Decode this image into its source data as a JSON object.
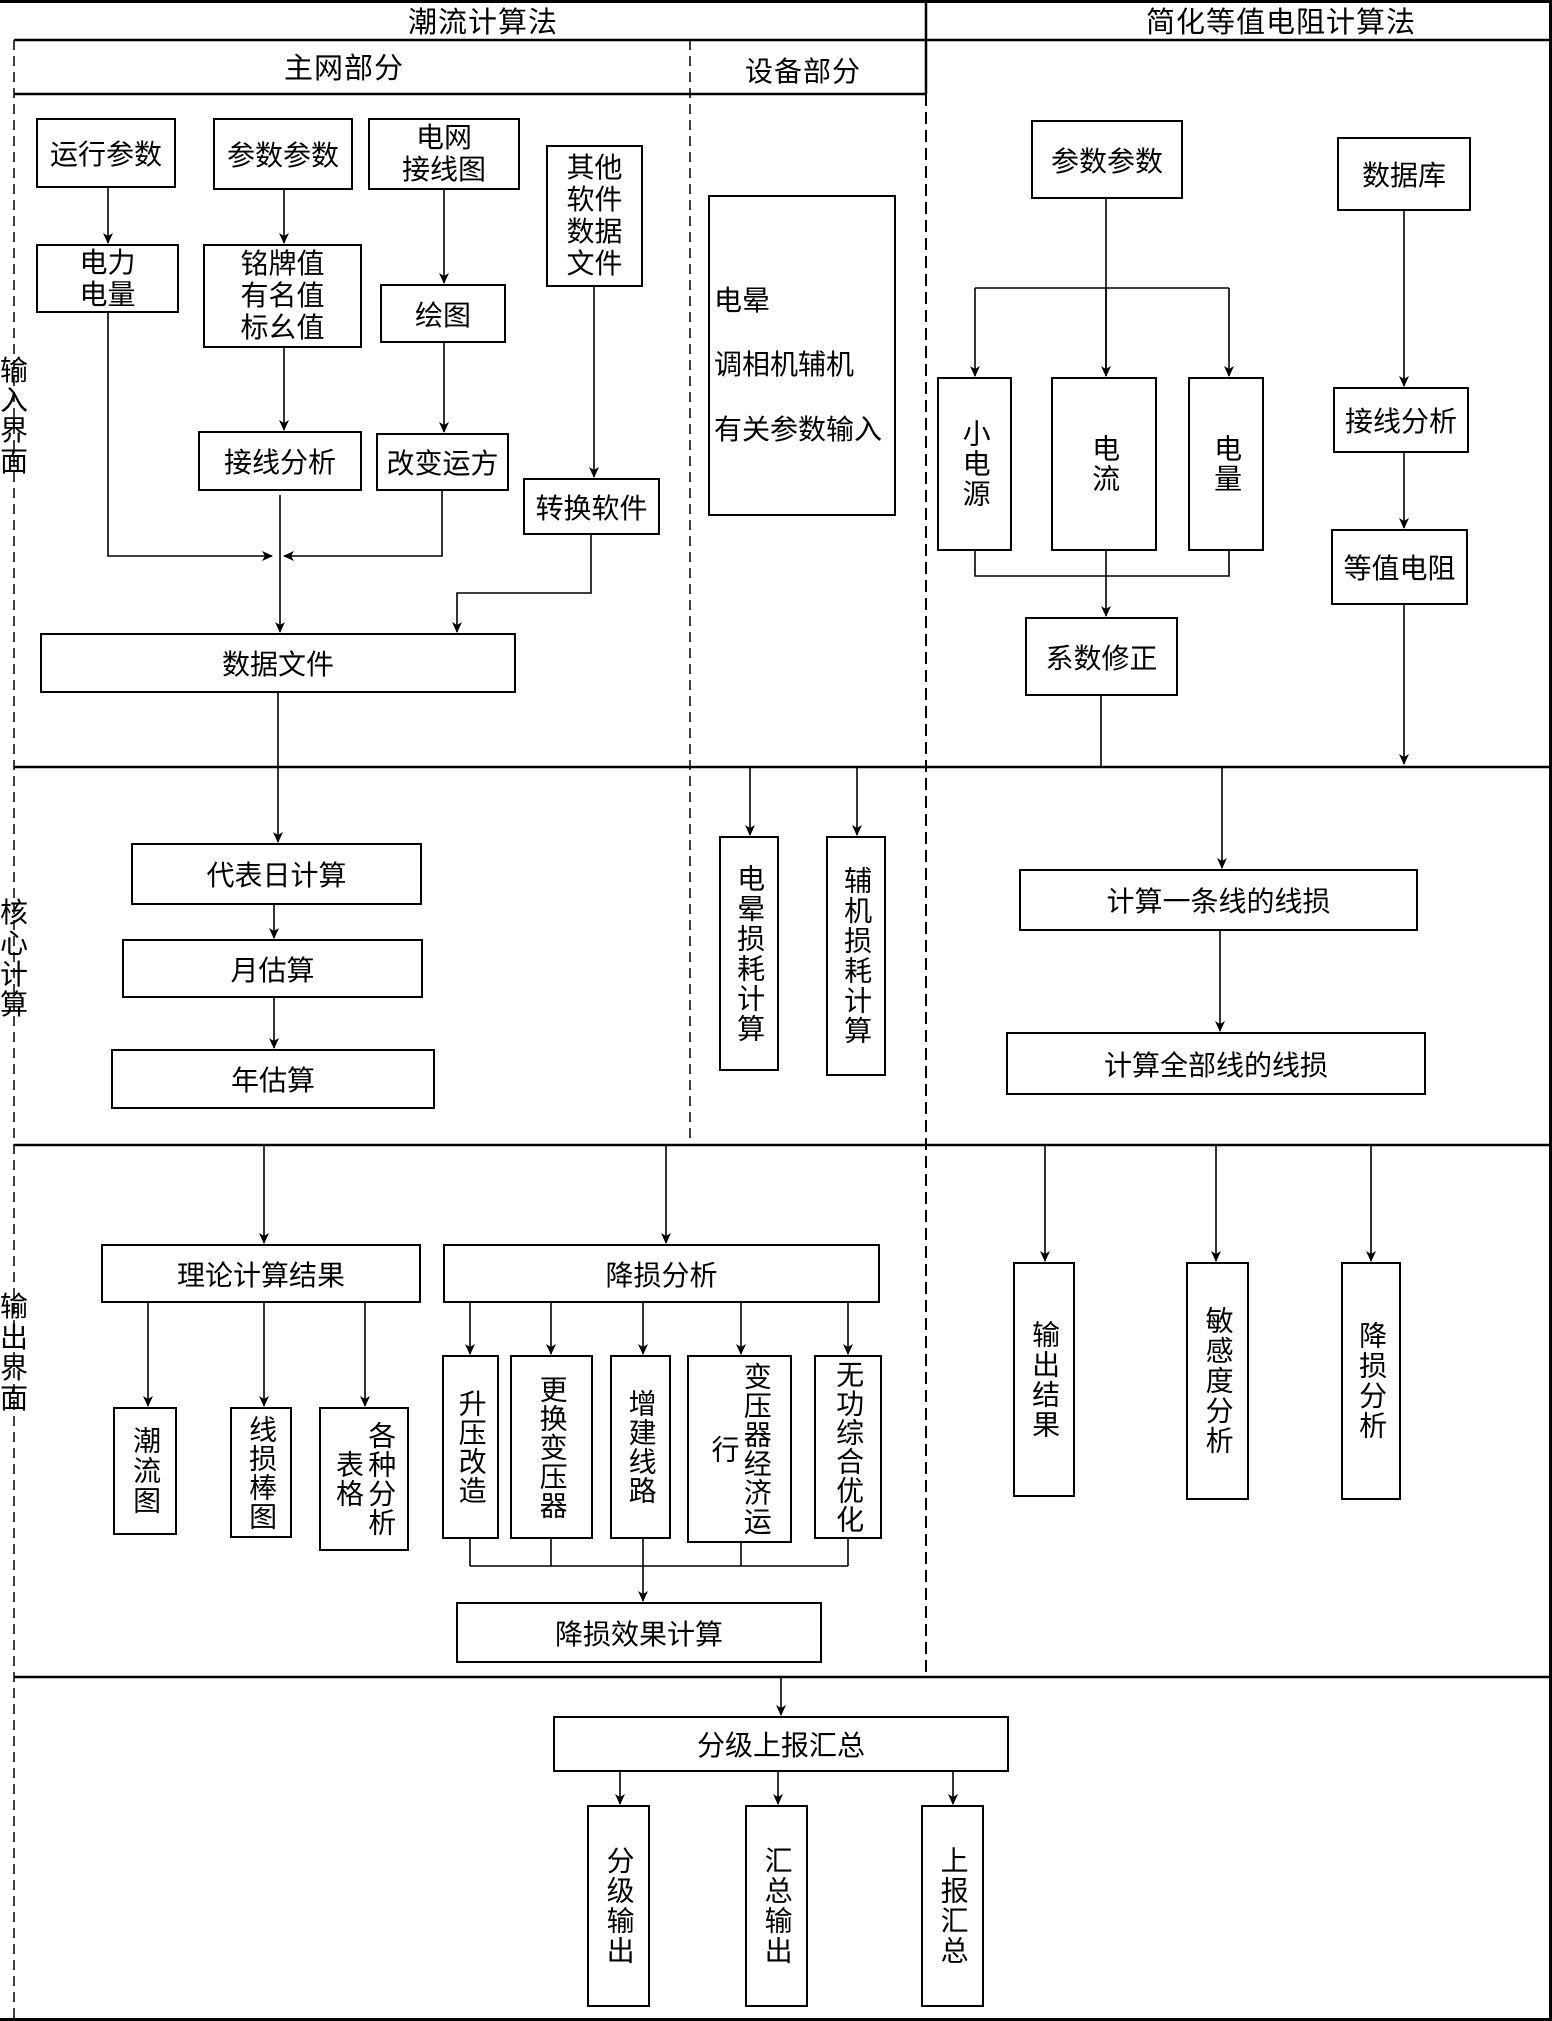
{
  "headers": {
    "flow_method": "潮流计算法",
    "simplified_method": "简化等值电阻计算法",
    "main_network": "主网部分",
    "equipment": "设备部分"
  },
  "rows": {
    "input": "输入界面",
    "core": "核心计算",
    "output": "输出界面"
  },
  "boxes": {
    "run_params": "运行参数",
    "param_params_main": "参数参数",
    "grid_wiring": "电网\n接线图",
    "other_software": "其他\n软件\n数据\n文件",
    "power_energy": "电力\n电量",
    "nameplate": "铭牌值\n有名值\n标幺值",
    "drawing": "绘图",
    "wiring_analysis_main": "接线分析",
    "change_mode": "改变运方",
    "convert_software": "转换软件",
    "data_file": "数据文件",
    "equipment_input": "电晕\n调相机辅机\n有关参数输入",
    "param_params_simple": "参数参数",
    "database": "数据库",
    "small_source": "小电源",
    "current": "电流",
    "energy": "电量",
    "wiring_analysis_simple": "接线分析",
    "equiv_resistance": "等值电阻",
    "coef_correction": "系数修正",
    "daily_calc": "代表日计算",
    "monthly_est": "月估算",
    "yearly_est": "年估算",
    "corona_loss": "电晕损耗计算",
    "aux_loss": "辅机损耗计算",
    "one_line_loss": "计算一条线的线损",
    "all_lines_loss": "计算全部线的线损",
    "theory_result": "理论计算结果",
    "loss_reduction_analysis": "降损分析",
    "flow_chart": "潮流图",
    "line_loss_bar": "线损棒图",
    "tables": "各种分析表格",
    "boost_voltage": "升压改造",
    "replace_transformer": "更换变压器",
    "add_line": "增建线路",
    "transformer_economic": "变压器经济运行",
    "reactive_optimization": "无功综合优化",
    "effect_calc": "降损效果计算",
    "output_result": "输出结果",
    "sensitivity": "敏感度分析",
    "loss_analysis_simple": "降损分析",
    "graded_report": "分级上报汇总",
    "graded_output": "分级输出",
    "summary_output": "汇总输出",
    "report_summary": "上报汇总"
  }
}
